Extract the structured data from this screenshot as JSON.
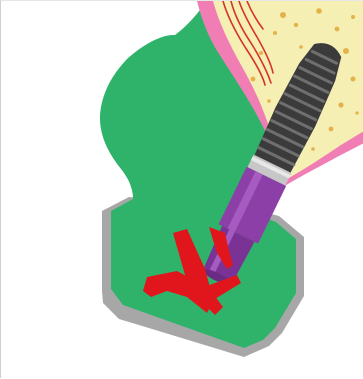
{
  "figure": {
    "kind": "dental implant surgical guide cross-section illustration",
    "labels": [],
    "components": [
      {
        "name": "surgical-guide",
        "color": "#2eb36a"
      },
      {
        "name": "guide-outline",
        "color": "#9a9a9a"
      },
      {
        "name": "gingiva",
        "color": "#f07bb2"
      },
      {
        "name": "bone",
        "color": "#f4eeb0"
      },
      {
        "name": "bone-particles",
        "color": "#e2b04a"
      },
      {
        "name": "implant",
        "color": "#3a3a3a"
      },
      {
        "name": "implant-collar",
        "color": "#c9c9c9"
      },
      {
        "name": "implant-driver",
        "color": "#8a3fa6"
      },
      {
        "name": "guide-sleeve",
        "color": "#e0161c"
      },
      {
        "name": "nerve-vessels",
        "color": "#d6322e"
      }
    ]
  }
}
